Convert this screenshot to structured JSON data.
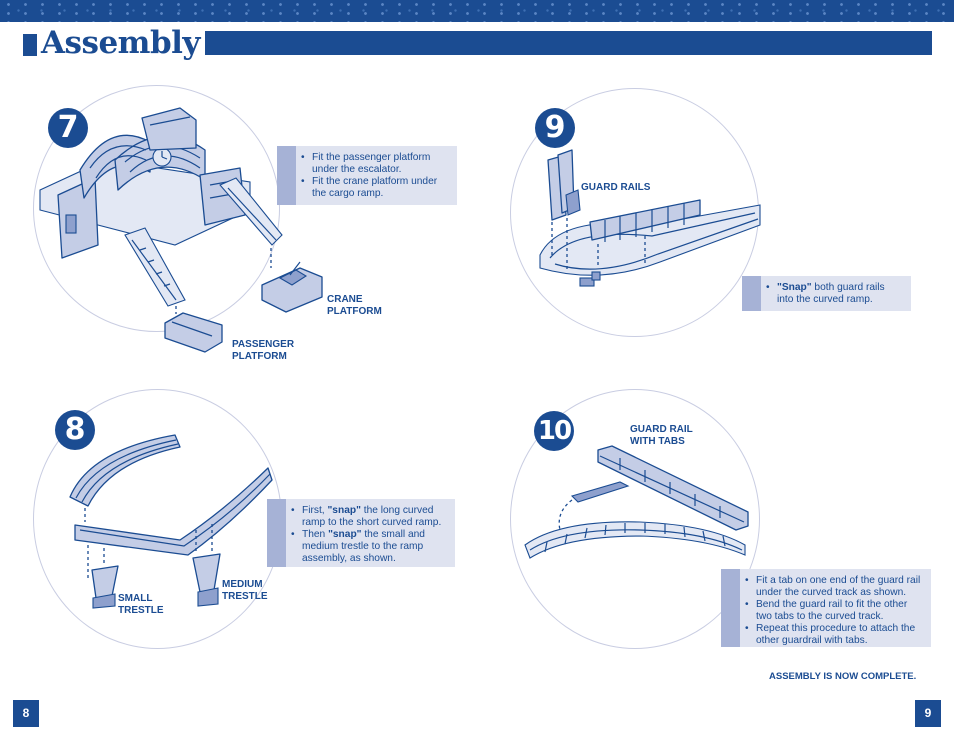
{
  "header": {
    "title": "Assembly"
  },
  "steps": {
    "s7": {
      "number": "7",
      "bullets": [
        "Fit the passenger platform under the escalator.",
        "Fit the crane platform under the cargo ramp."
      ],
      "label_crane_1": "CRANE",
      "label_crane_2": "PLATFORM",
      "label_passenger_1": "PASSENGER",
      "label_passenger_2": "PLATFORM"
    },
    "s8": {
      "number": "8",
      "b1_pre": "First, ",
      "b1_bold": "\"snap\"",
      "b1_post": " the long curved ramp to the short curved ramp.",
      "b2_pre": "Then ",
      "b2_bold": "\"snap\"",
      "b2_post": " the small and medium trestle to the ramp assembly, as shown.",
      "label_small_1": "SMALL",
      "label_small_2": "TRESTLE",
      "label_medium_1": "MEDIUM",
      "label_medium_2": "TRESTLE"
    },
    "s9": {
      "number": "9",
      "b1_bold": "\"Snap\"",
      "b1_post": " both guard rails into the curved ramp.",
      "label_guard": "GUARD RAILS"
    },
    "s10": {
      "number": "10",
      "bullets": [
        "Fit a tab on one end of the guard rail under the curved track as shown.",
        "Bend the guard rail to fit the other two tabs to the curved track.",
        "Repeat this procedure to attach the other guardrail with tabs."
      ],
      "label_guard_1": "GUARD RAIL",
      "label_guard_2": "WITH TABS"
    }
  },
  "footer": {
    "complete": "ASSEMBLY IS NOW COMPLETE.",
    "page_left": "8",
    "page_right": "9"
  },
  "colors": {
    "brand_blue": "#1b4c92",
    "note_bg": "#dfe3f0",
    "note_band": "#a6b2d6",
    "circle_border": "#c9cde2"
  }
}
